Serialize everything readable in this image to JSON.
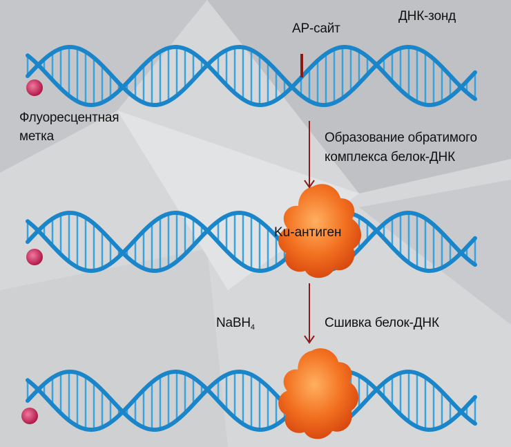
{
  "labels": {
    "ap_site": "AP-сайт",
    "dna_probe": "ДНК-зонд",
    "fluorescent_line1": "Флуоресцентная",
    "fluorescent_line2": "метка",
    "step1_line1": "Образование обратимого",
    "step1_line2": "комплекса белок-ДНК",
    "protein": "Ku-антиген",
    "reagent_base": "NaBH",
    "reagent_sub": "4",
    "step2": "Сшивка белок-ДНК"
  },
  "colors": {
    "background": "#d9dadc",
    "backbone": "#1a86c9",
    "rungs": "#3aa3de",
    "ap_site": "#8b1b12",
    "fluorescent_tag": "#c8265a",
    "protein": "#f06a1e",
    "arrow": "#8a1a1a"
  }
}
